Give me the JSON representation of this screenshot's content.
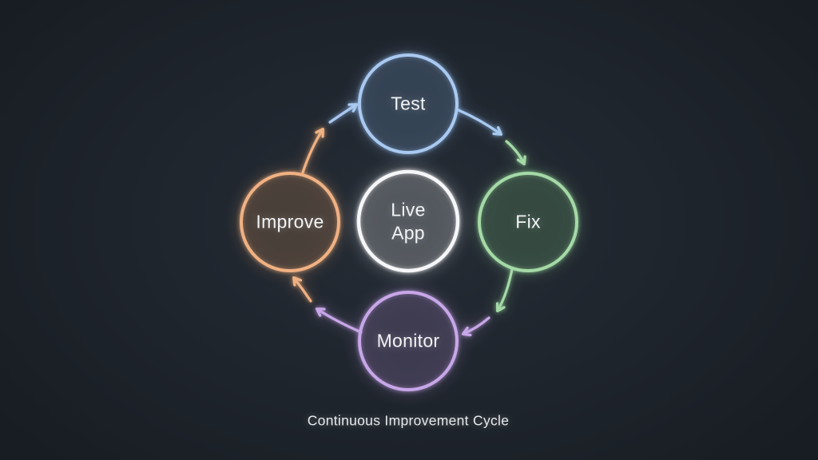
{
  "diagram": {
    "caption": "Continuous Improvement Cycle",
    "background_color": "#1f252d",
    "flow_direction": "clockwise",
    "center_node": {
      "id": "live-app",
      "label": "Live App",
      "ring_color": "#f5f6f8"
    },
    "nodes": [
      {
        "id": "test",
        "label": "Test",
        "position": "top",
        "ring_color": "#a9c9f0"
      },
      {
        "id": "fix",
        "label": "Fix",
        "position": "right",
        "ring_color": "#a5d9a7"
      },
      {
        "id": "monitor",
        "label": "Monitor",
        "position": "bottom",
        "ring_color": "#c7a7e8"
      },
      {
        "id": "improve",
        "label": "Improve",
        "position": "left",
        "ring_color": "#f0b183"
      }
    ],
    "edges": [
      {
        "from": "improve",
        "to": "test"
      },
      {
        "from": "test",
        "to": "fix"
      },
      {
        "from": "fix",
        "to": "monitor"
      },
      {
        "from": "monitor",
        "to": "improve"
      }
    ]
  }
}
